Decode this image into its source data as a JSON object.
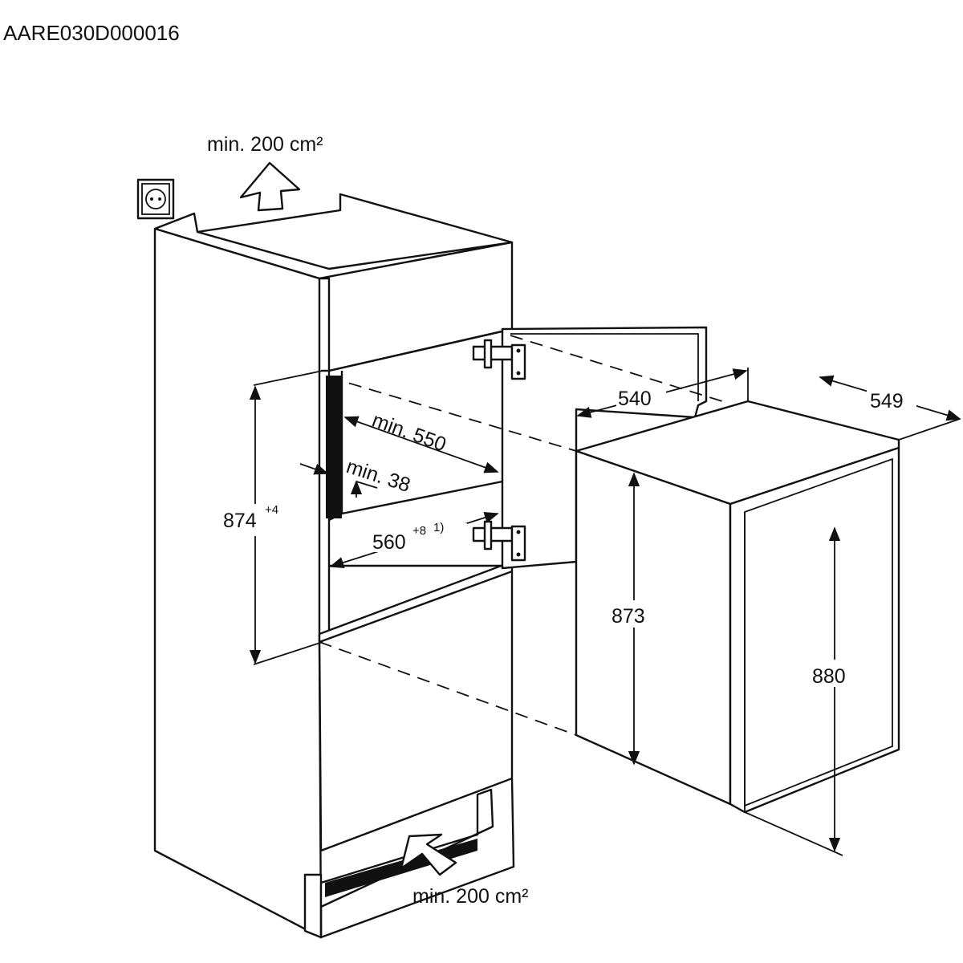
{
  "document_code": "AARE030D000016",
  "ventilation": {
    "top_label": "min. 200 cm²",
    "bottom_label": "min. 200 cm²"
  },
  "niche": {
    "height_value": "874",
    "height_tolerance": "+4",
    "depth_min": "min. 550",
    "gap_min": "min. 38",
    "width_value": "560",
    "width_tolerance": "+8",
    "width_note": "1)"
  },
  "appliance": {
    "depth_door_closed": "540",
    "depth_total": "549",
    "height_body": "873",
    "height_door": "880"
  },
  "icons": {
    "socket": "power-socket-icon",
    "vent_top": "arrow-up-icon",
    "vent_bottom": "arrow-diagonal-icon",
    "hinge": "door-hinge-icon"
  }
}
